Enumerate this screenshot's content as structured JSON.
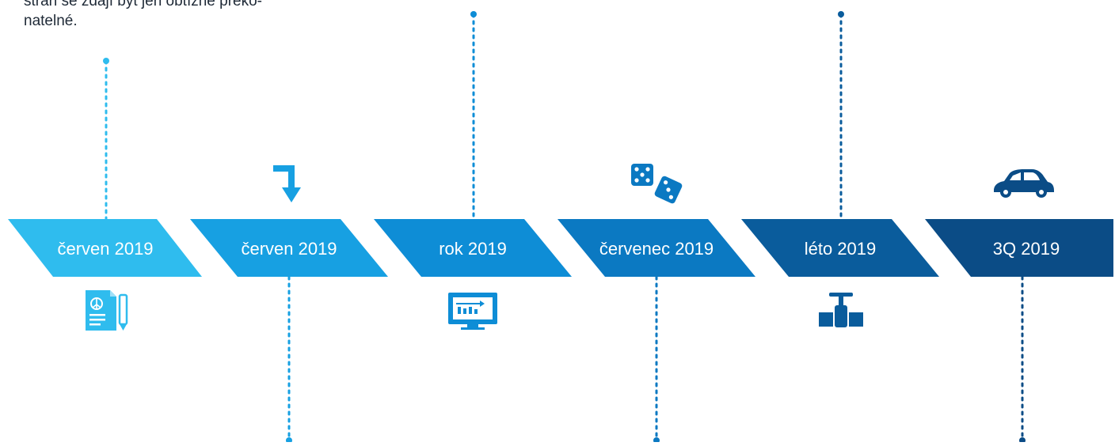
{
  "intro_text": "stran se zdají být jen obtížně překo-\nnatelné.",
  "colors": {
    "c1": "#2fbcee",
    "c2": "#17a0e2",
    "c3": "#0e8dd6",
    "c4": "#0b79c2",
    "c5": "#0a5c9c",
    "c6": "#0b4c86"
  },
  "timeline": [
    {
      "label": "červen 2019",
      "icon": "document-peace-icon",
      "color_key": "c1"
    },
    {
      "label": "červen 2019",
      "icon": "turn-down-arrow-icon",
      "color_key": "c2"
    },
    {
      "label": "rok 2019",
      "icon": "monitor-chart-icon",
      "color_key": "c3"
    },
    {
      "label": "červenec 2019",
      "icon": "dice-icon",
      "color_key": "c4"
    },
    {
      "label": "léto 2019",
      "icon": "pipe-valve-icon",
      "color_key": "c5"
    },
    {
      "label": "3Q 2019",
      "icon": "car-icon",
      "color_key": "c6"
    }
  ]
}
